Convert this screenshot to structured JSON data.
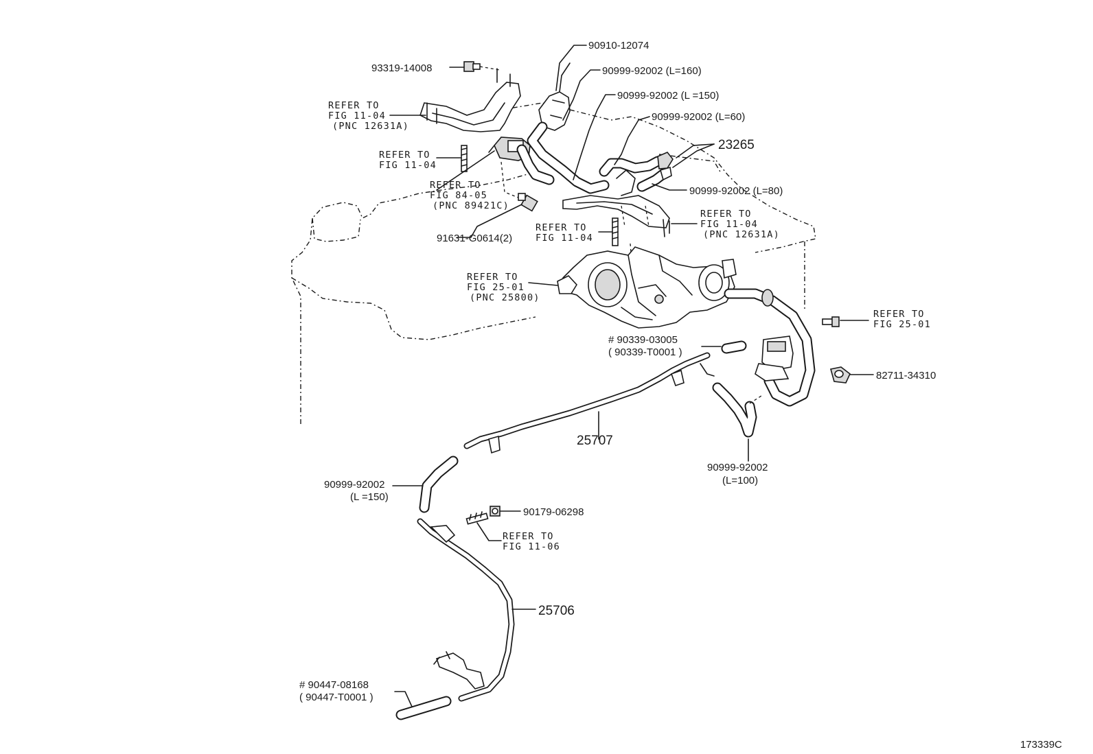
{
  "diagram_id": "173339C",
  "parts": {
    "p93319": "93319-14008",
    "p90910": "90910-12074",
    "hose_l160": "90999-92002  (L=160)",
    "hose_l150_top": "90999-92002  (L =150)",
    "hose_l60": "90999-92002  (L=60)",
    "p23265": "23265",
    "hose_l80": "90999-92002  (L=80)",
    "p91631": "91631-G0614(2)",
    "p90339_a": "# 90339-03005",
    "p90339_b": "( 90339-T0001  )",
    "p82711": "82711-34310",
    "p25707": "25707",
    "hose_l100_a": "90999-92002",
    "hose_l100_b": "(L=100)",
    "hose_l150_low_a": "90999-92002",
    "hose_l150_low_b": "(L =150)",
    "p90179": "90179-06298",
    "p25706": "25706",
    "p90447_a": "# 90447-08168",
    "p90447_b": "( 90447-T0001   )"
  },
  "refs": {
    "r1": [
      "REFER TO",
      "FIG 11-04",
      "(PNC 12631A)"
    ],
    "r2": [
      "REFER TO",
      "FIG 11-04"
    ],
    "r3": [
      "REFER TO",
      "FIG 84-05",
      "(PNC 89421C)"
    ],
    "r4": [
      "REFER TO",
      "FIG 11-04"
    ],
    "r5": [
      "REFER TO",
      "FIG 11-04",
      "(PNC 12631A)"
    ],
    "r6": [
      "REFER TO",
      "FIG 25-01",
      "(PNC 25800)"
    ],
    "r7": [
      "REFER TO",
      "FIG 25-01"
    ],
    "r8": [
      "REFER TO",
      "FIG 11-06"
    ]
  }
}
